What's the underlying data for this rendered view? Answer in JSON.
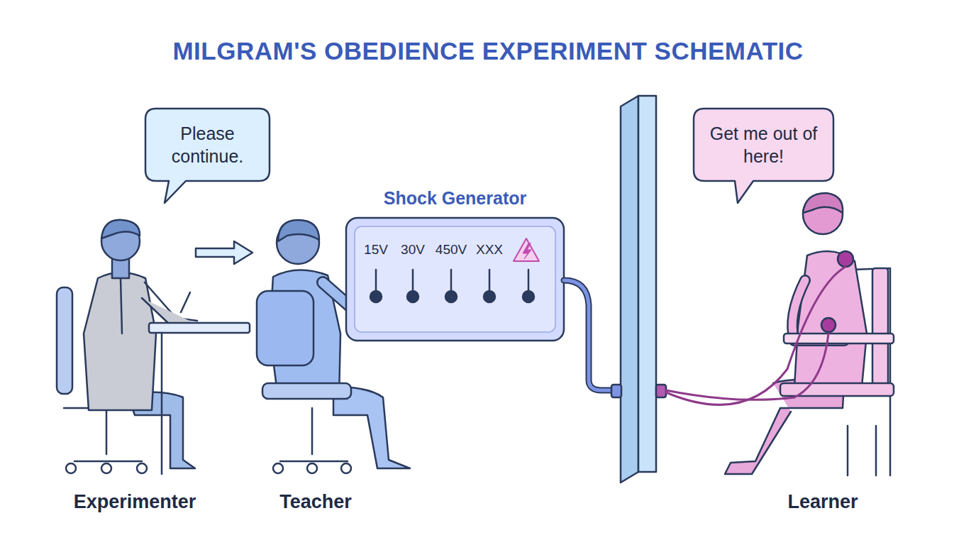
{
  "diagram": {
    "title": "MILGRAM'S OBEDIENCE EXPERIMENT SCHEMATIC",
    "nodes": [
      {
        "text": [
          "Please continue."
        ]
      },
      {
        "text": [
          "Shock Generator",
          "15V",
          "30V",
          "450V",
          "XXX"
        ]
      },
      {
        "text": [
          "Get me out of here!"
        ]
      }
    ],
    "labels": [
      "Experimenter",
      "Teacher",
      "Learner"
    ]
  }
}
